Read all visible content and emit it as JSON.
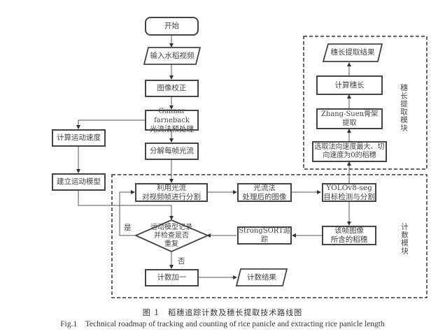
{
  "nodes": {
    "start": "开始",
    "input_video": "输入水稻视频",
    "image_correction": "图像校正",
    "gunnar_line1": "Gunnar farneback",
    "gunnar_line2": "光流法预处理",
    "calc_velocity": "计算运动速度",
    "decompose_flow": "分解每帧光流",
    "build_motion_model": "建立运动模型",
    "segment_line1": "利用光流",
    "segment_line2": "对视频帧进行分割",
    "processed_line1": "光流法",
    "processed_line2": "处理后的图像",
    "yolo_line1": "YOLOv8-seg",
    "yolo_line2": "目标检测与分割",
    "frame_panicles_line1": "该帧图像",
    "frame_panicles_line2": "所含的稻穗",
    "strongsort": "StrongSORT追踪",
    "decision_line1": "运动模型记录",
    "decision_line2": "并检查是否",
    "decision_line3": "重复",
    "count_plus_one": "计数加一",
    "count_result": "计数结果",
    "select_line1": "选取法向速度最大、切",
    "select_line2": "向速度为0的稻穗",
    "zhang_suen": "Zhang-Suen骨架提取",
    "calc_length": "计算穗长",
    "length_result": "穗长提取结果"
  },
  "edge_labels": {
    "yes": "是",
    "no": "否"
  },
  "modules": {
    "length_module": "穗长提取模块",
    "count_module": "计数模块"
  },
  "caption": {
    "chinese": "图 1　稻穗追踪计数及穗长提取技术路线图",
    "english": "Fig.1　Technical roadmap of tracking and counting of rice panicle and extracting rice panicle length"
  }
}
